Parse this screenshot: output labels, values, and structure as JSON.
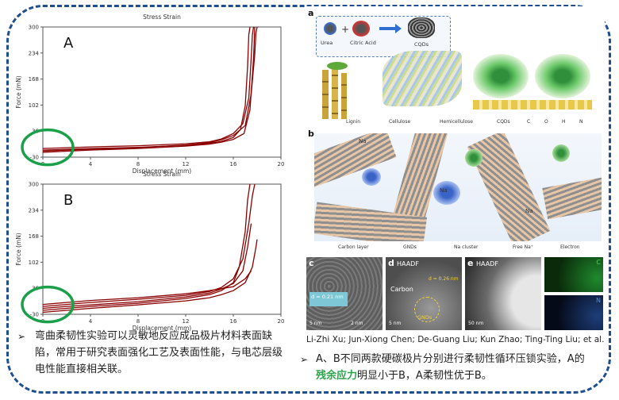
{
  "chart_data": [
    {
      "type": "line",
      "title": "Stress Strain",
      "panel_label": "A",
      "xlabel": "Displacement (mm)",
      "ylabel": "Force (mN)",
      "xlim": [
        0,
        20
      ],
      "ylim": [
        -30,
        300
      ],
      "xticks": [
        0,
        4,
        8,
        12,
        16,
        20
      ],
      "yticks": [
        -30,
        36,
        102,
        168,
        234,
        300
      ],
      "grid": false,
      "series": [
        {
          "x": [
            0,
            2,
            4,
            8,
            12,
            14,
            15,
            16,
            16.6,
            17.0,
            17.2,
            17.3,
            17.4
          ],
          "y": [
            -12,
            -10,
            -8,
            -5,
            0,
            5,
            10,
            20,
            40,
            100,
            200,
            280,
            300
          ]
        },
        {
          "x": [
            0,
            2,
            4,
            8,
            12,
            14,
            15,
            16,
            16.8,
            17.3,
            17.5,
            17.6,
            17.7
          ],
          "y": [
            -8,
            -6,
            -4,
            -1,
            4,
            9,
            16,
            30,
            55,
            120,
            220,
            280,
            300
          ]
        },
        {
          "x": [
            0,
            2,
            4,
            8,
            12,
            14,
            15,
            16,
            17.0,
            17.5,
            17.8,
            17.9,
            18.0
          ],
          "y": [
            -15,
            -12,
            -10,
            -6,
            1,
            7,
            14,
            25,
            50,
            130,
            230,
            285,
            300
          ]
        },
        {
          "x": [
            0,
            2,
            4,
            8,
            12,
            14,
            15,
            16,
            16.9,
            17.4,
            17.7,
            17.8
          ],
          "y": [
            -18,
            -15,
            -12,
            -8,
            -2,
            3,
            8,
            15,
            30,
            90,
            220,
            300
          ]
        }
      ],
      "color": "#8b0000",
      "highlight": "#1aa04a"
    },
    {
      "type": "line",
      "title": "Stress Strain",
      "panel_label": "B",
      "xlabel": "Displacement (mm)",
      "ylabel": "Force (mN)",
      "xlim": [
        0,
        20
      ],
      "ylim": [
        -30,
        300
      ],
      "xticks": [
        0,
        4,
        8,
        12,
        16,
        20
      ],
      "yticks": [
        -30,
        36,
        102,
        168,
        234,
        300
      ],
      "grid": false,
      "series": [
        {
          "x": [
            0,
            2,
            4,
            8,
            12,
            14,
            15,
            16,
            16.5,
            17.0,
            17.2,
            17.4
          ],
          "y": [
            -20,
            -15,
            -10,
            -2,
            10,
            20,
            30,
            50,
            90,
            180,
            260,
            300
          ]
        },
        {
          "x": [
            0,
            2,
            4,
            8,
            12,
            14,
            15,
            16,
            16.8,
            17.3,
            17.6,
            17.8
          ],
          "y": [
            -10,
            -5,
            0,
            8,
            18,
            28,
            38,
            60,
            110,
            200,
            270,
            300
          ]
        },
        {
          "x": [
            0,
            2,
            4,
            8,
            12,
            14,
            15,
            16,
            17.0,
            17.6,
            17.9,
            18.0
          ],
          "y": [
            -25,
            -20,
            -15,
            -6,
            4,
            12,
            20,
            30,
            50,
            90,
            140,
            160
          ]
        },
        {
          "x": [
            0,
            2,
            4,
            8,
            12,
            14,
            15,
            16,
            16.8,
            17.2,
            17.5
          ],
          "y": [
            -15,
            -10,
            -6,
            2,
            14,
            24,
            34,
            48,
            80,
            140,
            200
          ]
        },
        {
          "x": [
            0,
            2,
            4,
            8,
            12,
            14,
            16,
            17,
            17.5
          ],
          "y": [
            -5,
            0,
            5,
            12,
            22,
            30,
            40,
            60,
            80
          ]
        }
      ],
      "color": "#8b0000",
      "highlight": "#1aa04a"
    }
  ],
  "captions": {
    "left": "弯曲柔韧性实验可以灵敏地反应成品极片材料表面缺陷，常用于研究表面强化工艺及表面性能，与电芯层级电性能直接相关联。",
    "right_part1": "A、B不同两款硬碳极片分别进行柔韧性循环压锁实验，A的",
    "right_highlight": "残余应力",
    "right_part2": "明显小于B，A柔韧性优于B。",
    "bullet": "➢"
  },
  "figure": {
    "panel_a": "a",
    "panel_b": "b",
    "panel_c": "c",
    "panel_d": "d",
    "panel_e": "e",
    "urea": "Urea",
    "citric": "Citric Acid",
    "cqds": "CQDs",
    "plus": "+",
    "legend_a": [
      "Lignin",
      "Cellulose",
      "Hemicellulose",
      "CQDs",
      "C",
      "O",
      "H",
      "N"
    ],
    "legend_b": [
      "Carbon layer",
      "GNDs",
      "Na cluster",
      "Free Na⁺",
      "Electron"
    ],
    "na": "Na",
    "haadf": "HAADF",
    "carbon": "Carbon",
    "gnds": "GNDs",
    "d_spacing_c": "d = 0.21 nm",
    "d_spacing_d": "d = 0.26 nm",
    "scale_5nm": "5 nm",
    "scale_2nm": "2 nm",
    "scale_50nm": "50 nm",
    "elem_c": "C",
    "elem_n": "N"
  },
  "credit": "Li-Zhi Xu; Jun-Xiong Chen; De-Guang Liu; Kun Zhao; Ting-Ting Liu; et al."
}
